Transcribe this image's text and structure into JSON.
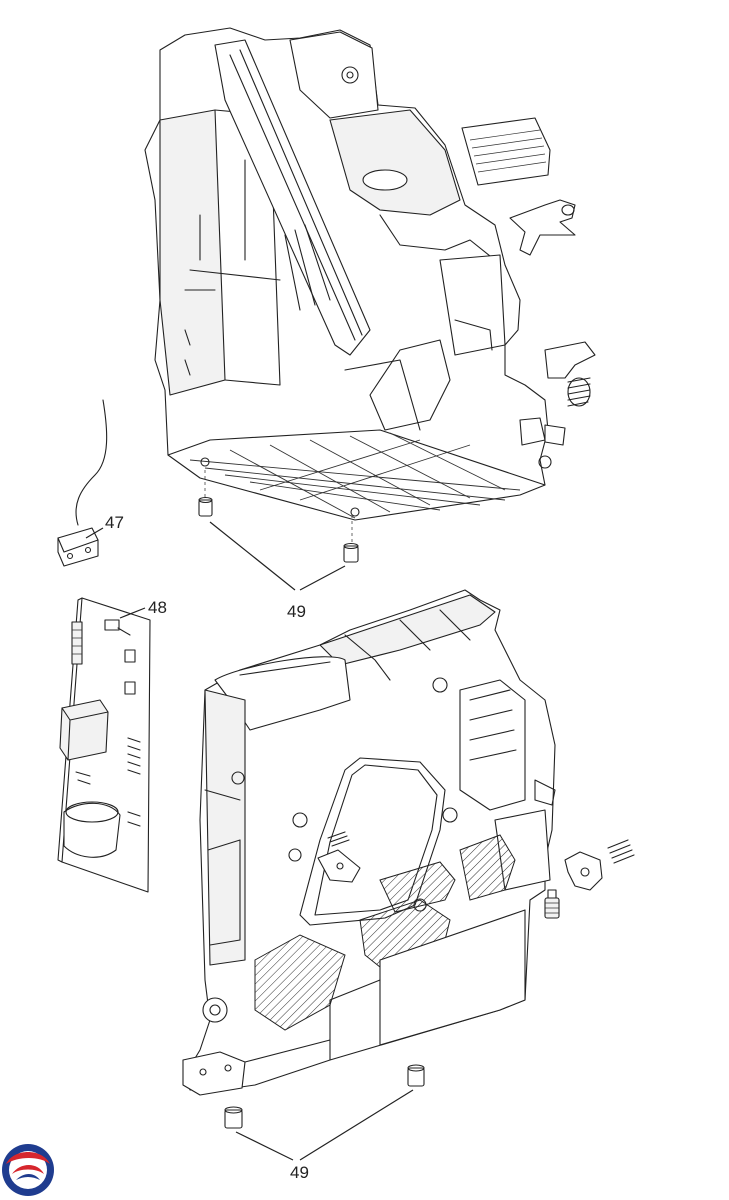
{
  "callouts": {
    "c47": "47",
    "c48": "48",
    "c49_upper": "49",
    "c49_lower": "49"
  },
  "icons": {
    "logo": "circular-swirl-logo"
  },
  "colors": {
    "line": "#222222",
    "logo_red": "#d6262d",
    "logo_blue": "#1f3c8f"
  }
}
